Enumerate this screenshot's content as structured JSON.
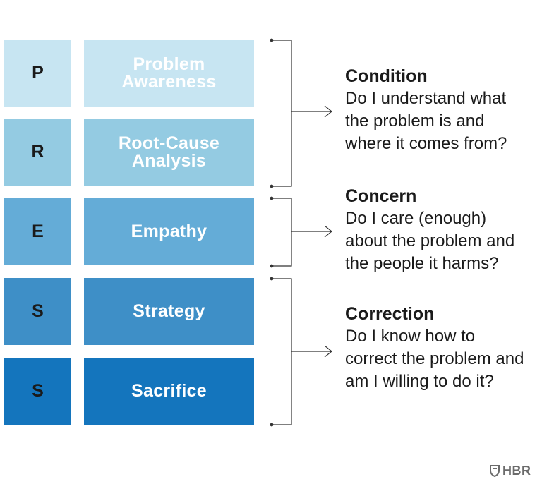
{
  "rows": [
    {
      "letter": "P",
      "label": "Problem\nAwareness"
    },
    {
      "letter": "R",
      "label": "Root-Cause\nAnalysis"
    },
    {
      "letter": "E",
      "label": "Empathy"
    },
    {
      "letter": "S",
      "label": "Strategy"
    },
    {
      "letter": "S",
      "label": "Sacrifice"
    }
  ],
  "groups": [
    {
      "title": "Condition",
      "question": "Do I understand what\nthe problem is and\nwhere it comes from?"
    },
    {
      "title": "Concern",
      "question": "Do I care (enough)\nabout the problem and\nthe people it harms?"
    },
    {
      "title": "Correction",
      "question": "Do I know how to\ncorrect the problem and\nam I willing to do it?"
    }
  ],
  "colors": {
    "row_colors": [
      "#c7e5f2",
      "#94cbe2",
      "#64acd7",
      "#3e8fc7",
      "#1475bd"
    ],
    "text_dark": "#1a1a1a",
    "logo_gray": "#6b6b6b"
  },
  "logo": {
    "text": "HBR",
    "icon": "shield-icon"
  }
}
